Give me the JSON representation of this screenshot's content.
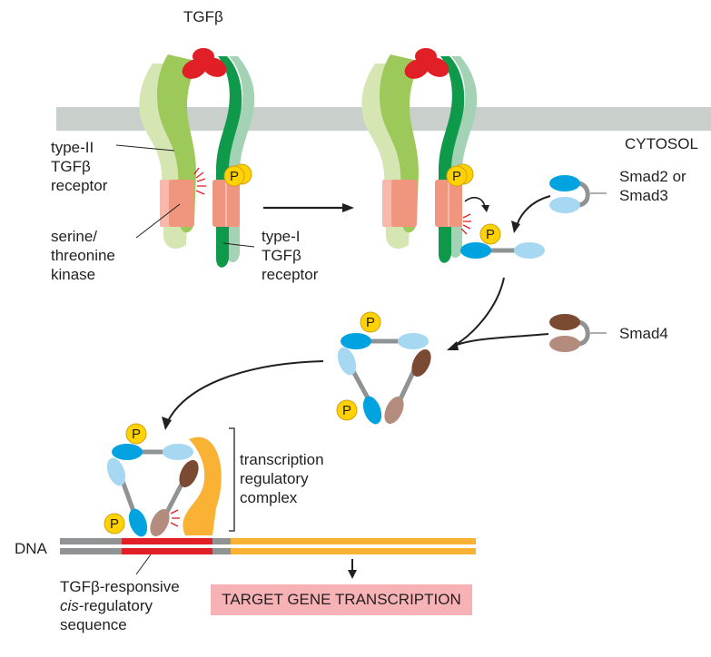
{
  "labels": {
    "tgfb": "TGFβ",
    "cytosol": "CYTOSOL",
    "type2_receptor": "type-II\nTGFβ\nreceptor",
    "kinase": "serine/\nthreonine\nkinase",
    "type1_receptor": "type-I\nTGFβ\nreceptor",
    "smad23": "Smad2 or\nSmad3",
    "smad4": "Smad4",
    "transcription_complex": "transcription\nregulatory\ncomplex",
    "dna": "DNA",
    "responsive_prefix": "TGFβ-responsive",
    "responsive_cis": "cis",
    "responsive_suffix": "-regulatory",
    "responsive_sequence": "sequence",
    "target_gene": "TARGET GENE TRANSCRIPTION",
    "phospho": "P"
  },
  "colors": {
    "membrane": "#c9cfcb",
    "type2_receptor": "#9cc95a",
    "type2_receptor_light": "#d6e6b3",
    "type1_receptor": "#0f9a4b",
    "type1_receptor_light": "#a3d2b4",
    "kinase_domain": "#f0957e",
    "kinase_domain_light": "#f8b9ad",
    "ligand": "#e11f26",
    "smad23_dark": "#00a3e0",
    "smad23_light": "#a6d8f2",
    "smad4_dark": "#7a4a32",
    "smad4_light": "#b38c7d",
    "linker": "#8f9394",
    "phosphate": "#ffd200",
    "phosphate_outline": "#d4a017",
    "coactivator": "#f9b233",
    "dna_gray": "#8f9394",
    "dna_red": "#e11f26",
    "dna_orange": "#f9b233",
    "target_box": "#f6b2b4",
    "arrow": "#231f20",
    "activation_spark": "#e11f26"
  }
}
